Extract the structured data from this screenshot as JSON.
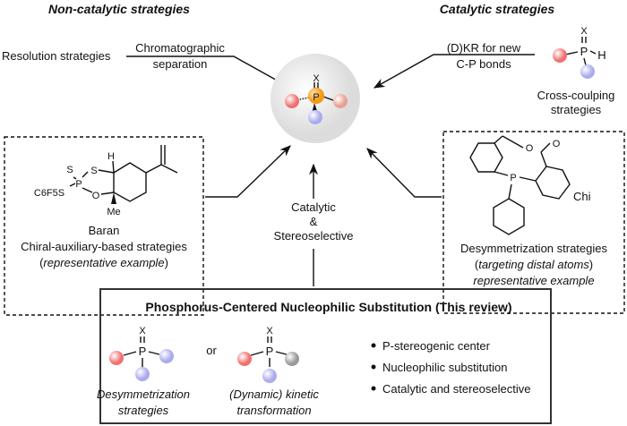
{
  "headings": {
    "non_catalytic": "Non-catalytic strategies",
    "catalytic": "Catalytic strategies"
  },
  "resolution": {
    "label": "Resolution strategies",
    "arrow_top": "Chromatographic",
    "arrow_bottom": "separation"
  },
  "dkr": {
    "arrow_top": "(D)KR  for new",
    "arrow_bottom": "C-P bonds",
    "caption_1": "Cross-coulping",
    "caption_2": "strategies"
  },
  "center": {
    "line1": "Catalytic",
    "line2": "&",
    "line3": "Stereoselective"
  },
  "baran": {
    "author": "Baran",
    "caption": "Chiral-auxiliary-based strategies",
    "sub_open": "(",
    "sub_italic": "representative example",
    "sub_close": ")"
  },
  "chi": {
    "author": "Chi",
    "caption": "Desymmetrization strategies",
    "sub_open": "(",
    "sub_italic": "targeting distal atoms",
    "sub_close": ")",
    "sub2": "representative example"
  },
  "atoms": {
    "X": "X",
    "P": "P",
    "H": "H",
    "S": "S",
    "O": "O",
    "Me": "Me",
    "C6F5S": "C6F5S"
  },
  "review": {
    "title": "Phosphorus-Centered Nucleophilic Substitution (This review)",
    "or": "or",
    "left_caption_1": "Desymmetrization",
    "left_caption_2": "strategies",
    "right_caption_1": "(Dynamic) kinetic",
    "right_caption_2": "transformation",
    "bullets": [
      "P-stereogenic center",
      "Nucleophilic substitution",
      "Catalytic and stereoselective"
    ]
  },
  "colors": {
    "red_group": "#f08080",
    "blue_group": "#b8b8f0",
    "grey_group": "#b0b0b0",
    "phosphorus": "#f5a020",
    "sphere": "#e8e8e8"
  }
}
